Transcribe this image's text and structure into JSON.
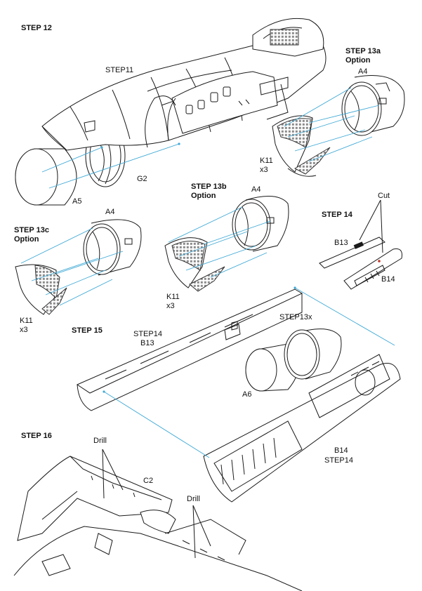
{
  "steps": {
    "s12": "STEP 12",
    "s13a_title": "STEP 13a",
    "s13a_option": "Option",
    "s13b_title": "STEP 13b",
    "s13b_option": "Option",
    "s13c_title": "STEP 13c",
    "s13c_option": "Option",
    "s14": "STEP 14",
    "s15": "STEP 15",
    "s16": "STEP 16"
  },
  "refs": {
    "step11": "STEP11",
    "step14_left": "STEP14",
    "step14_right": "STEP14",
    "step13x": "STEP13x"
  },
  "parts": {
    "a5": "A5",
    "g2": "G2",
    "a4_13a": "A4",
    "k11_13a": "K11",
    "x3_13a": "x3",
    "a4_13b": "A4",
    "k11_13b": "K11",
    "x3_13b": "x3",
    "a4_13c": "A4",
    "k11_13c": "K11",
    "x3_13c": "x3",
    "b13_step14": "B13",
    "b14_step14": "B14",
    "cut": "Cut",
    "b13_step15": "B13",
    "a6": "A6",
    "b14_step15": "B14",
    "drill1": "Drill",
    "c2": "C2",
    "drill2": "Drill"
  },
  "colors": {
    "line": "#1a1a1a",
    "guide": "#3fa9d6",
    "pe_fill": "#9a9a9a"
  }
}
